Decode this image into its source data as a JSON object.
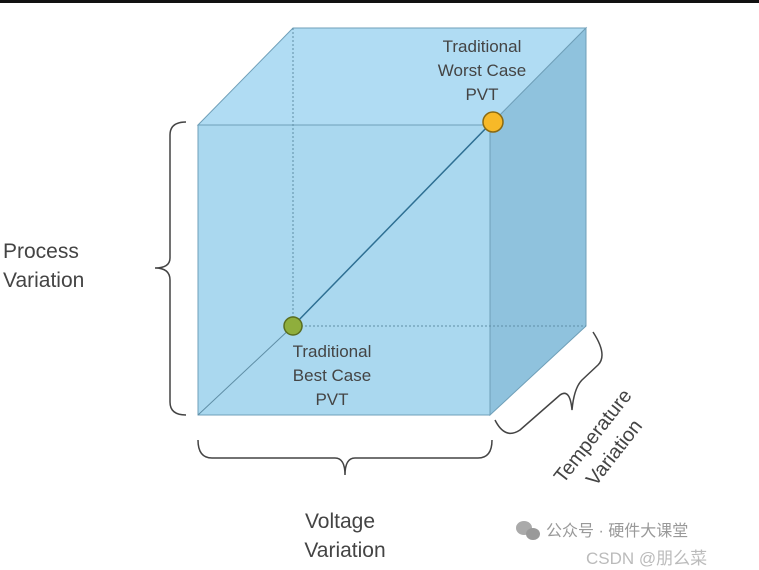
{
  "labels": {
    "worst_case": [
      "Traditional",
      "Worst Case",
      "PVT"
    ],
    "best_case": [
      "Traditional",
      "Best Case",
      "PVT"
    ],
    "process": [
      "Process",
      "Variation"
    ],
    "voltage": [
      "Voltage",
      "Variation"
    ],
    "temperature": [
      "Temperature",
      "Variation"
    ]
  },
  "watermark": {
    "account": "公众号 · 硬件大课堂",
    "csdn": "CSDN @朋么菜"
  },
  "colors": {
    "front": "#a3d5ee",
    "top": "#b0dcf3",
    "side": "#8fc2dd",
    "edge": "#6f9fb8",
    "worst_point": "#f7b928",
    "best_point": "#8fae3c"
  }
}
